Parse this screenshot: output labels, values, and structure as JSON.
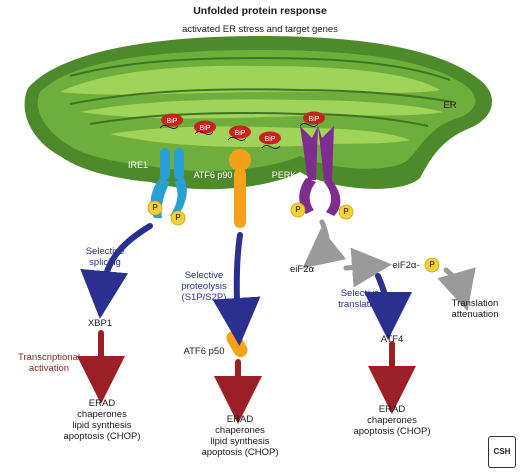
{
  "title": "Unfolded protein response",
  "subtitle": "activated ER stress and target genes",
  "er_label": "ER",
  "bip_label": "BiP",
  "sensors": {
    "ire1": "IRE1",
    "atf6": "ATF6 p90",
    "perk": "PERK"
  },
  "phospho_label": "P",
  "left_branch": {
    "step_label": "Selective\nsplicing",
    "product": "XBP1",
    "activation_label": "Transcriptional\nactivation",
    "targets": "ERAD\nchaperones\nlipid synthesis\napoptosis (CHOP)"
  },
  "middle_branch": {
    "step_label": "Selective\nproteolysis\n(S1P/S2P)",
    "product": "ATF6 p50",
    "targets": "ERAD\nchaperones\nlipid synthesis\napoptosis (CHOP)"
  },
  "right_branch": {
    "substrate": "eiF2α",
    "phospho_product": "eiF2α-",
    "attenuation": "Translation\nattenuation",
    "step_label": "Selective\ntranslation",
    "product": "ATF4",
    "targets": "ERAD\nchaperones\napoptosis (CHOP)"
  },
  "logo_text": "CSH",
  "colors": {
    "er_dark": "#4e8a2b",
    "er_mid": "#6fae3c",
    "er_light": "#9fd35a",
    "ire1": "#2aa0d2",
    "atf6": "#f5a21b",
    "perk": "#7e2d8f",
    "bip": "#c8241e",
    "phospho": "#f4d03f",
    "arrow_blue": "#2b2f8f",
    "arrow_red": "#9b1f24",
    "arrow_gray": "#9a9a9a"
  }
}
